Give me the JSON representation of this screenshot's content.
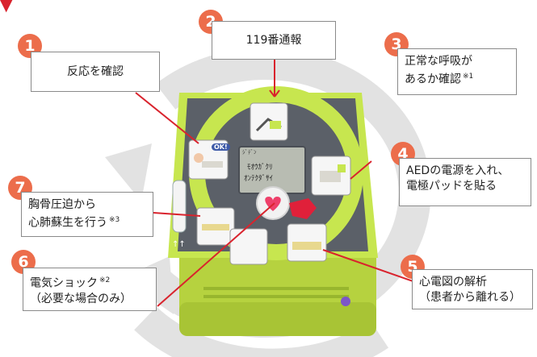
{
  "colors": {
    "step_badge": "#ec6d4b",
    "device_lime": "#c7e64f",
    "device_face": "#5b6068",
    "lcd": "#b8bcb2",
    "arrow_ring": "#e2e2e2",
    "leader_line": "#d9232d"
  },
  "steps": [
    {
      "number": "1",
      "line1": "反応を確認",
      "line2": "",
      "note": ""
    },
    {
      "number": "2",
      "line1": "119番通報",
      "line2": "",
      "note": ""
    },
    {
      "number": "3",
      "line1": "正常な呼吸が",
      "line2": "あるか確認",
      "note": "※1"
    },
    {
      "number": "4",
      "line1": "AEDの電源を入れ、",
      "line2": "電極パッドを貼る",
      "note": ""
    },
    {
      "number": "5",
      "line1": "心電図の解析",
      "line2": "（患者から離れる）",
      "note": ""
    },
    {
      "number": "6",
      "line1": "電気ショック",
      "line2": "（必要な場合のみ）",
      "note": "※2"
    },
    {
      "number": "7",
      "line1": "胸骨圧迫から",
      "line2": "心肺蘇生を行う",
      "note": "※3"
    }
  ],
  "device": {
    "lcd_line1": "ｼﾞﾃﾞﾝ",
    "lcd_line2": "ﾓｵｳｶﾞｸﾘ",
    "lcd_line3": "ｵﾝﾃｸﾀﾞｻｲ",
    "ok_label": "OK!"
  },
  "icons": [
    "down-arrow-icon",
    "circular-arrow-icon",
    "shock-heart-icon",
    "power-icon"
  ]
}
